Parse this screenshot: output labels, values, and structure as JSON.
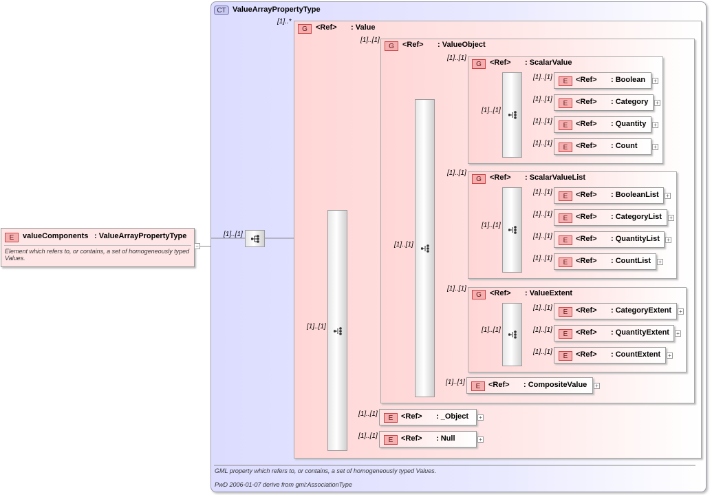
{
  "complex_type": {
    "badge": "CT",
    "name": "ValueArrayPropertyType"
  },
  "root_element": {
    "badge": "E",
    "name": "valueComponents",
    "type": " : ValueArrayPropertyType",
    "description": "Element which refers to, or contains, a set of homogeneously typed Values."
  },
  "multiplicity": {
    "root_to_sequence": "[1]..[1]",
    "value_group": "[1]..*",
    "value_choice": "[1]..[1]",
    "value_object_group": "[1]..[1]",
    "value_object_choice": "[1]..[1]",
    "scalar_value_group": "[1]..[1]",
    "scalar_value_choice": "[1]..[1]",
    "scalar_value_list_group": "[1]..[1]",
    "scalar_value_list_choice": "[1]..[1]",
    "value_extent_group": "[1]..[1]",
    "value_extent_choice": "[1]..[1]",
    "composite_value": "[1]..[1]",
    "object": "[1]..[1]",
    "null": "[1]..[1]",
    "child": "[1]..[1]"
  },
  "groups": {
    "value": {
      "badge": "G",
      "ref": "<Ref>",
      "name": ": Value"
    },
    "value_object": {
      "badge": "G",
      "ref": "<Ref>",
      "name": ": ValueObject"
    },
    "scalar_value": {
      "badge": "G",
      "ref": "<Ref>",
      "name": ": ScalarValue"
    },
    "scalar_value_list": {
      "badge": "G",
      "ref": "<Ref>",
      "name": ": ScalarValueList"
    },
    "value_extent": {
      "badge": "G",
      "ref": "<Ref>",
      "name": ": ValueExtent"
    }
  },
  "elements": {
    "boolean": {
      "badge": "E",
      "ref": "<Ref>",
      "name": ": Boolean"
    },
    "category": {
      "badge": "E",
      "ref": "<Ref>",
      "name": ": Category"
    },
    "quantity": {
      "badge": "E",
      "ref": "<Ref>",
      "name": ": Quantity"
    },
    "count": {
      "badge": "E",
      "ref": "<Ref>",
      "name": ": Count"
    },
    "boolean_list": {
      "badge": "E",
      "ref": "<Ref>",
      "name": ": BooleanList"
    },
    "category_list": {
      "badge": "E",
      "ref": "<Ref>",
      "name": ": CategoryList"
    },
    "quantity_list": {
      "badge": "E",
      "ref": "<Ref>",
      "name": ": QuantityList"
    },
    "count_list": {
      "badge": "E",
      "ref": "<Ref>",
      "name": ": CountList"
    },
    "category_extent": {
      "badge": "E",
      "ref": "<Ref>",
      "name": ": CategoryExtent"
    },
    "quantity_extent": {
      "badge": "E",
      "ref": "<Ref>",
      "name": ": QuantityExtent"
    },
    "count_extent": {
      "badge": "E",
      "ref": "<Ref>",
      "name": ": CountExtent"
    },
    "composite_value": {
      "badge": "E",
      "ref": "<Ref>",
      "name": ": CompositeValue"
    },
    "object": {
      "badge": "E",
      "ref": "<Ref>",
      "name": ": _Object"
    },
    "null": {
      "badge": "E",
      "ref": "<Ref>",
      "name": ": Null"
    }
  },
  "expand_symbol": "+",
  "collapse_symbol": "−",
  "footer": {
    "documentation": "GML property which refers to, or contains, a set of homogeneously typed Values.",
    "appinfo": "PwD 2006-01-07 derive from gml:AssociationType"
  }
}
